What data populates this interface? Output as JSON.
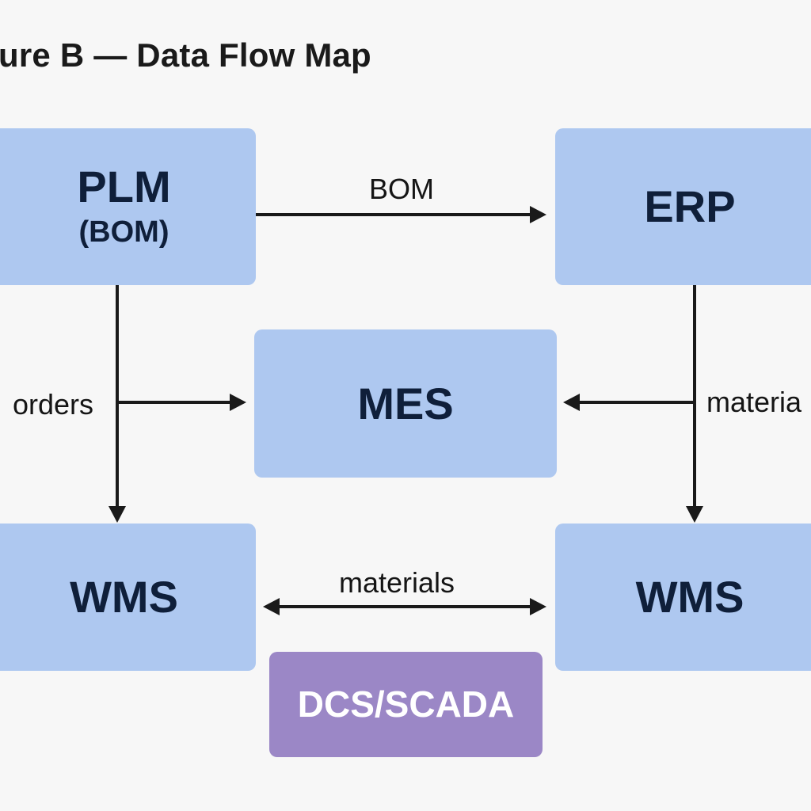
{
  "title": "ure B — Data Flow Map",
  "nodes": {
    "plm": {
      "label": "PLM",
      "sublabel": "(BOM)"
    },
    "erp": {
      "label": "ERP"
    },
    "mes": {
      "label": "MES"
    },
    "wms_left": {
      "label": "WMS"
    },
    "wms_right": {
      "label": "WMS"
    },
    "dcs": {
      "label": "DCS/SCADA"
    }
  },
  "edges": {
    "plm_to_erp": {
      "label": "BOM"
    },
    "plm_to_mes": {
      "label": "orders"
    },
    "erp_to_mes": {
      "label": "materia"
    },
    "wms_to_wms": {
      "label": "materials"
    }
  },
  "colors": {
    "box_blue": "#aec8f0",
    "box_purple": "#9b87c6",
    "arrow": "#1a1a1a",
    "background": "#f7f7f7"
  }
}
